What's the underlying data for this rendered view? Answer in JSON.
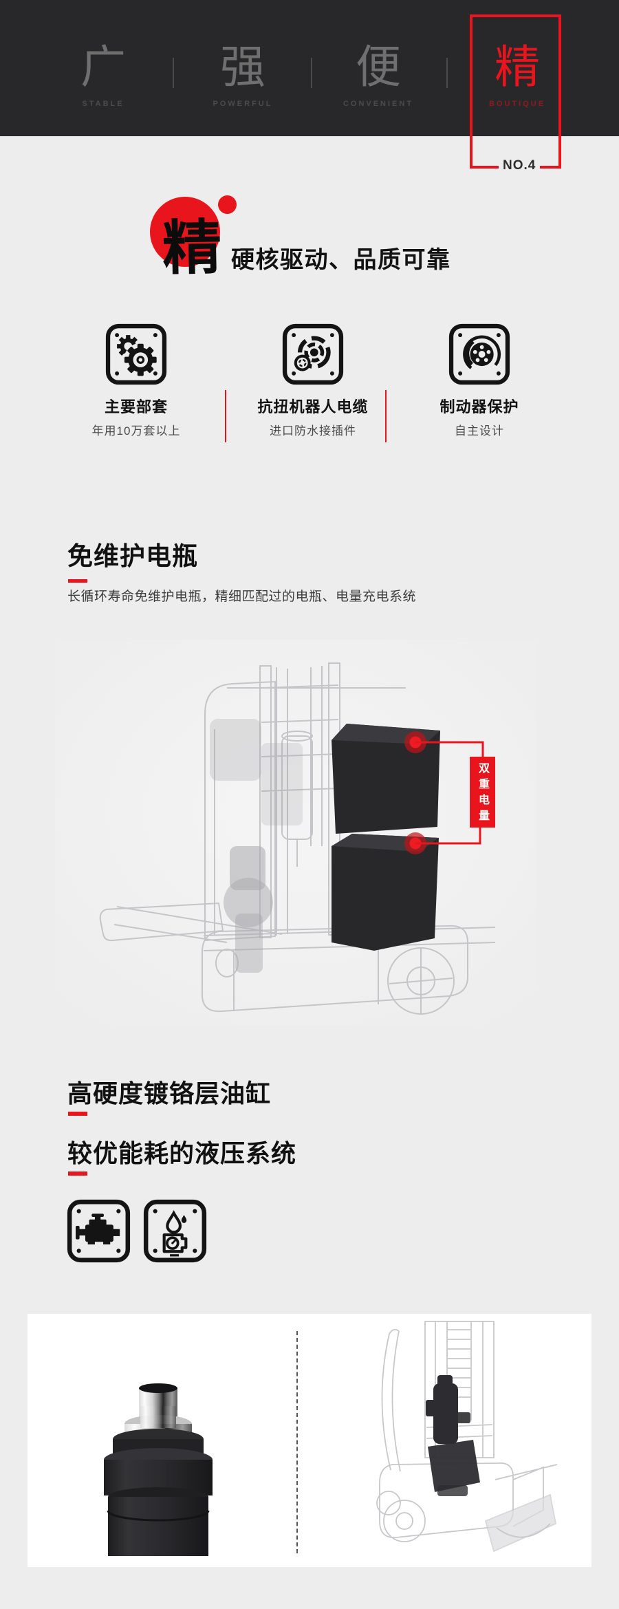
{
  "colors": {
    "accent": "#e8151d",
    "page-bg": "#ededed",
    "header-bg": "#28282a",
    "ink": "#141414",
    "panel-bg": "#ffffff"
  },
  "header": {
    "items": [
      {
        "char": "广",
        "label": "STABLE",
        "highlighted": false
      },
      {
        "char": "强",
        "label": "POWERFUL",
        "highlighted": false
      },
      {
        "char": "便",
        "label": "CONVENIENT",
        "highlighted": false
      },
      {
        "char": "精",
        "label": "BOUTIQUE",
        "highlighted": true
      }
    ],
    "badge": "NO.4"
  },
  "intro": {
    "brush_char": "精",
    "title": "硬核驱动、品质可靠",
    "features": [
      {
        "icon": "gears-icon",
        "title": "主要部套",
        "subtitle": "年用10万套以上"
      },
      {
        "icon": "robot-cable-icon",
        "title": "抗扭机器人电缆",
        "subtitle": "进口防水接插件"
      },
      {
        "icon": "brake-disc-icon",
        "title": "制动器保护",
        "subtitle": "自主设计"
      }
    ]
  },
  "battery_section": {
    "heading": "免维护电瓶",
    "subheading": "长循环寿命免维护电瓶，精细匹配过的电瓶、电量充电系统",
    "callout": "双重电量"
  },
  "hydraulic_section": {
    "heading1": "高硬度镀铬层油缸",
    "heading2": "较优能耗的液压系统",
    "icons": [
      "engine-icon",
      "oil-gauge-icon"
    ]
  }
}
